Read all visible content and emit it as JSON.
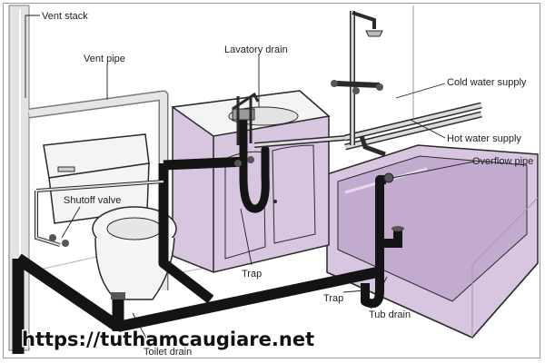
{
  "diagram": {
    "labels": {
      "vent_stack": "Vent stack",
      "vent_pipe": "Vent pipe",
      "lavatory_drain": "Lavatory drain",
      "cold_water_supply": "Cold water supply",
      "hot_water_supply": "Hot water supply",
      "overflow_pipe": "Overflow pipe",
      "shutoff_valve": "Shutoff valve",
      "trap_lavatory": "Trap",
      "trap_tub": "Trap",
      "tub_drain": "Tub drain",
      "toilet_drain": "Toilet drain"
    },
    "watermark": "https://tuthamcaugiare.net"
  },
  "colors": {
    "fixture_purple": "#d8c6e0",
    "fixture_shade": "#c3abcf",
    "fixture_white": "#f6f6f6",
    "wall": "#e9e9e9",
    "drain_pipe": "#141414",
    "supply_pipe": "#cfcfcf",
    "outline": "#2a2a2a"
  }
}
